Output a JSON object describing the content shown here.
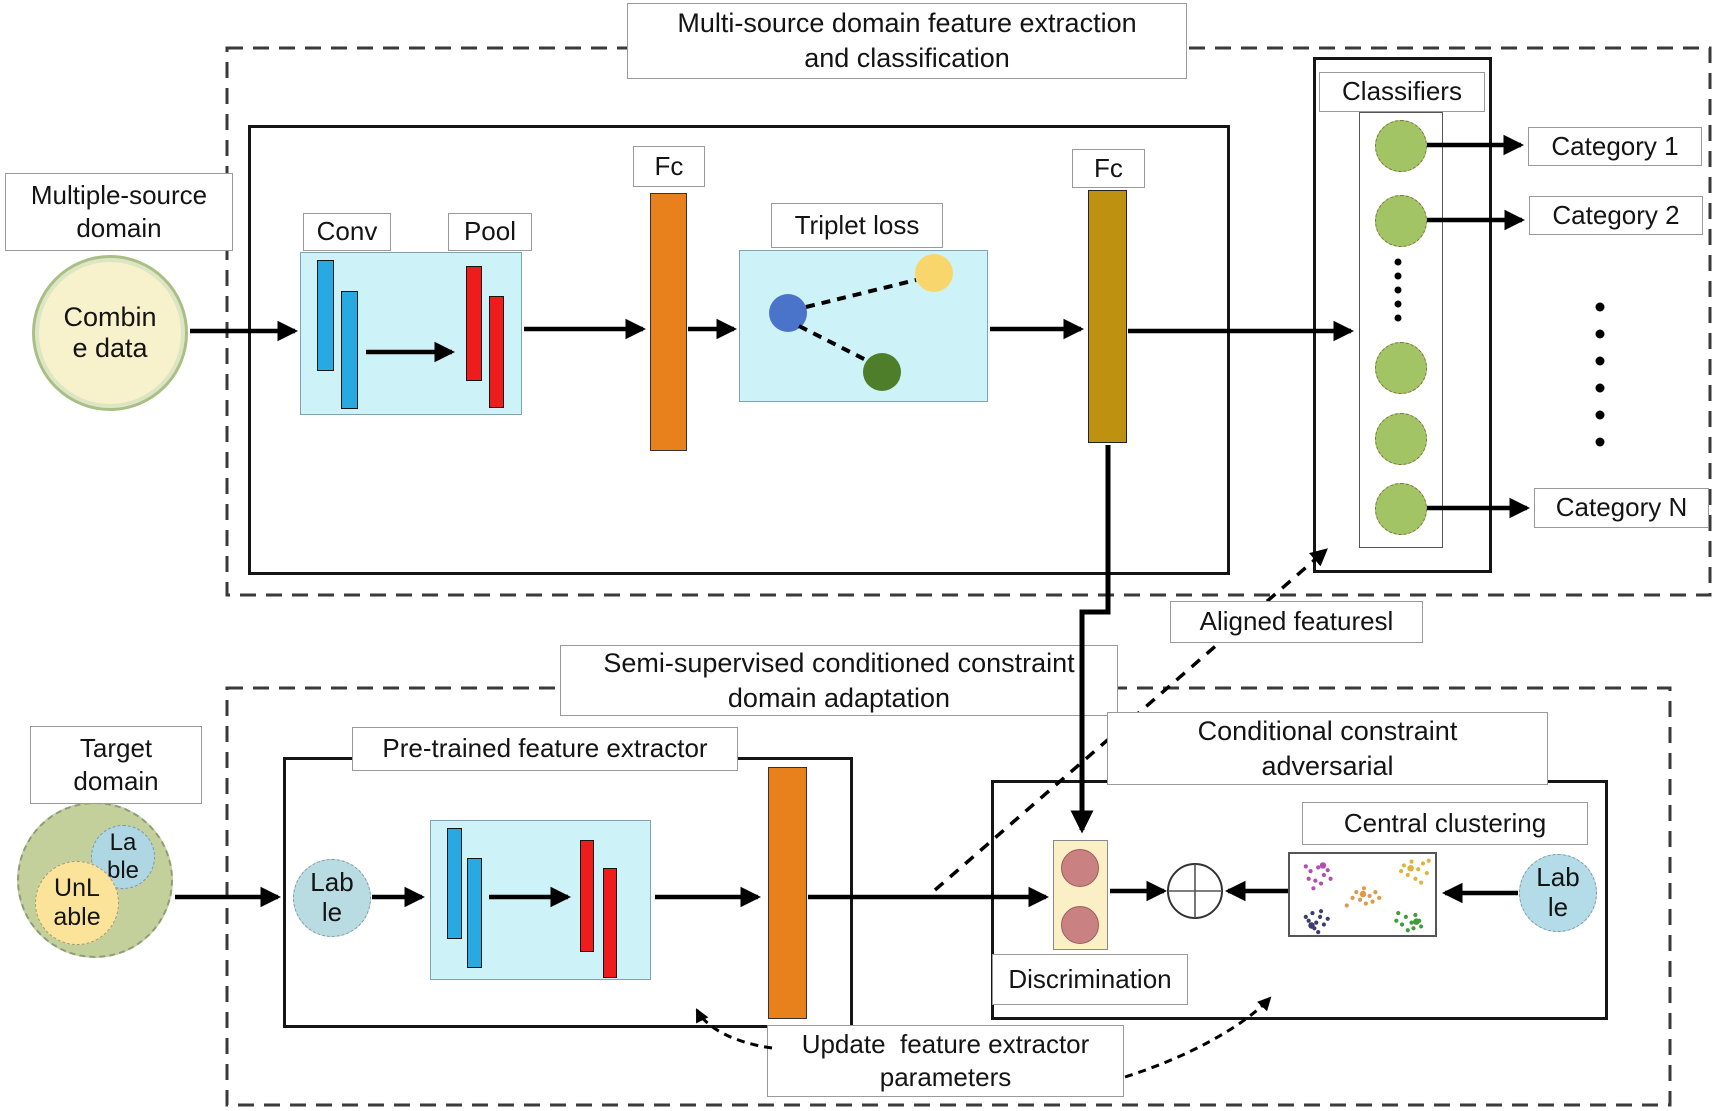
{
  "top": {
    "title": "Multi-source domain feature extraction\nand classification",
    "source": {
      "label": "Multiple-source\ndomain",
      "circle": "Combin\ne data"
    },
    "conv": "Conv",
    "pool": "Pool",
    "fc1": "Fc",
    "triplet": "Triplet loss",
    "fc2": "Fc",
    "classifiers": {
      "label": "Classifiers",
      "count": 5
    },
    "categories": [
      "Category 1",
      "Category 2",
      "Category N"
    ]
  },
  "aligned": "Aligned featuresl",
  "bottom": {
    "title": "Semi-supervised conditioned constraint\ndomain adaptation",
    "target": {
      "label": "Target\ndomain",
      "labeled": "La\nble",
      "unlabeled": "UnL\nable"
    },
    "pretrained": "Pre-trained feature extractor",
    "lable": "Lab\nle",
    "adversarial": "Conditional constraint\nadversarial",
    "discrimination": "Discrimination",
    "clustering": "Central clustering",
    "lable2": "Lab\nle",
    "update": "Update  feature extractor\nparameters"
  },
  "colors": {
    "conv_bar": "#29a9e1",
    "pool_bar": "#ee1c1c",
    "fc1_bar": "#e8811c",
    "fc2_bar": "#bf9110",
    "layer_box_fill": "#cdf2f7",
    "classifier_node": "#a3c464",
    "triplet_anchor": "#4a74c9",
    "triplet_positive": "#f9d66b",
    "triplet_negative": "#4f7e2b",
    "combine_fill": "#f7f2cb",
    "target_fill": "#c3d09c",
    "label_circle_fill": "#aed6e3",
    "unlabeled_fill": "#fbe39a",
    "discrimination_fill": "#faefc5",
    "discrimination_node": "#c98181"
  },
  "scatter": {
    "clusters": [
      {
        "color": "#b44cb4",
        "points": [
          [
            20,
            18
          ],
          [
            28,
            14
          ],
          [
            34,
            22
          ],
          [
            25,
            28
          ],
          [
            18,
            26
          ],
          [
            38,
            17
          ],
          [
            31,
            31
          ],
          [
            15,
            13
          ],
          [
            41,
            26
          ],
          [
            23,
            36
          ],
          [
            33,
            12
          ]
        ]
      },
      {
        "color": "#e2b33c",
        "points": [
          [
            118,
            12
          ],
          [
            126,
            8
          ],
          [
            133,
            16
          ],
          [
            122,
            22
          ],
          [
            138,
            10
          ],
          [
            130,
            26
          ],
          [
            142,
            20
          ],
          [
            115,
            18
          ],
          [
            136,
            30
          ],
          [
            144,
            7
          ],
          [
            125,
            15
          ]
        ]
      },
      {
        "color": "#dd9a4a",
        "points": [
          [
            68,
            40
          ],
          [
            76,
            36
          ],
          [
            82,
            44
          ],
          [
            72,
            48
          ],
          [
            88,
            40
          ],
          [
            78,
            52
          ],
          [
            64,
            46
          ],
          [
            85,
            50
          ],
          [
            92,
            46
          ],
          [
            58,
            54
          ],
          [
            75,
            42
          ]
        ]
      },
      {
        "color": "#3c3c6e",
        "points": [
          [
            22,
            62
          ],
          [
            30,
            66
          ],
          [
            26,
            72
          ],
          [
            18,
            70
          ],
          [
            34,
            74
          ],
          [
            24,
            78
          ],
          [
            38,
            68
          ],
          [
            15,
            66
          ],
          [
            31,
            60
          ],
          [
            28,
            82
          ],
          [
            21,
            75
          ]
        ]
      },
      {
        "color": "#3f9e3c",
        "points": [
          [
            112,
            62
          ],
          [
            120,
            66
          ],
          [
            126,
            72
          ],
          [
            116,
            74
          ],
          [
            130,
            64
          ],
          [
            122,
            80
          ],
          [
            134,
            70
          ],
          [
            110,
            70
          ],
          [
            128,
            78
          ],
          [
            136,
            76
          ],
          [
            131,
            71
          ]
        ]
      }
    ]
  }
}
